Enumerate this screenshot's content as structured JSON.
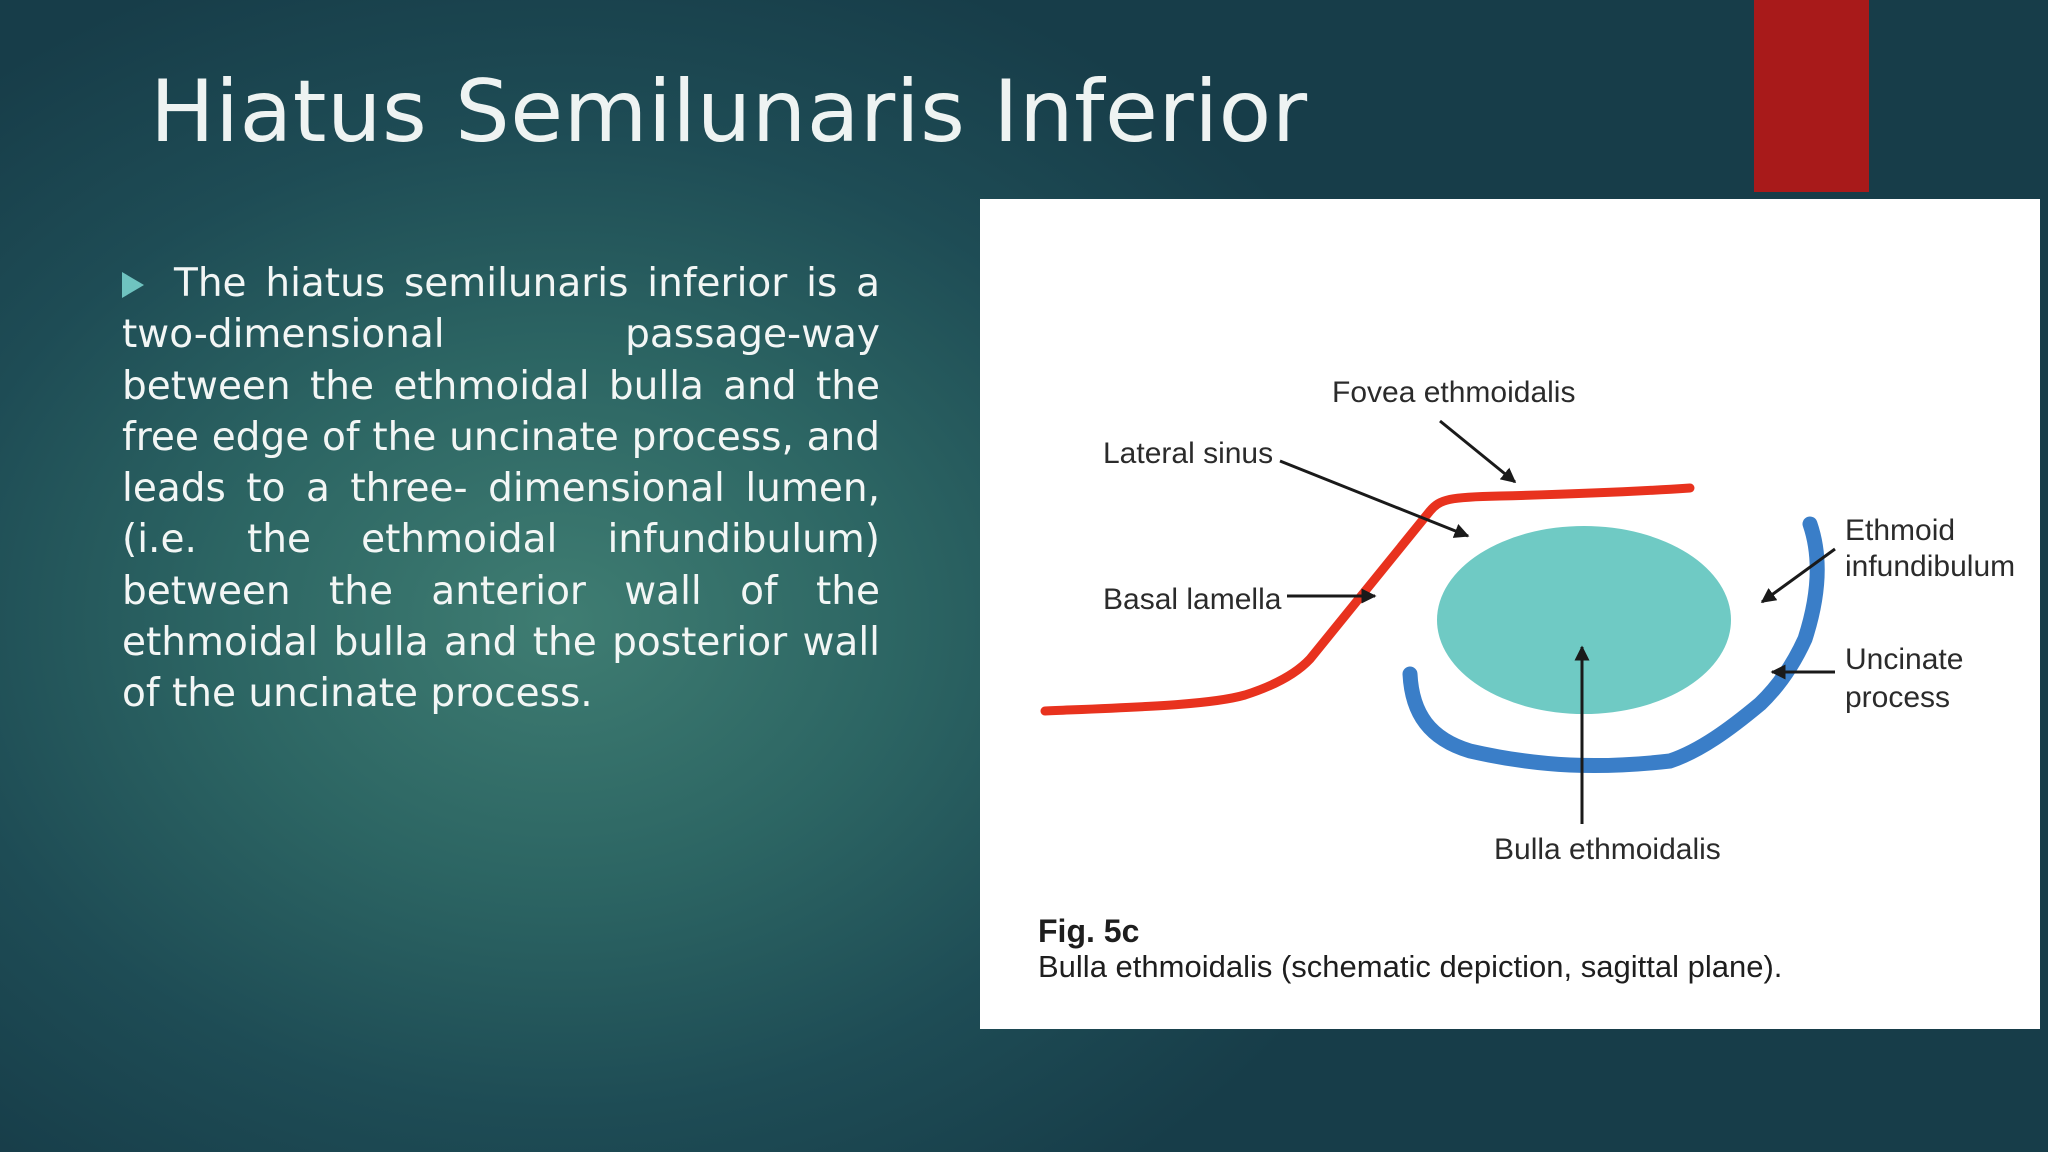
{
  "slide": {
    "title": "Hiatus Semilunaris Inferior",
    "bullet_text": "The hiatus semilunaris inferior is a two-dimensional passage-way between the ethmoidal bulla and the free edge of the uncinate process, and leads to a three- dimensional lumen, (i.e. the ethmoidal infundibulum) between the anterior wall of the ethmoidal bulla and the posterior wall of the uncinate process.",
    "accent_color": "#a81a1a"
  },
  "figure": {
    "labels": {
      "fovea": "Fovea ethmoidalis",
      "lateral_sinus": "Lateral sinus",
      "basal_lamella": "Basal lamella",
      "ethmoid": "Ethmoid",
      "infundibulum": "infundibulum",
      "uncinate": "Uncinate",
      "process": "process",
      "bulla": "Bulla ethmoidalis"
    },
    "caption_num": "Fig. 5c",
    "caption_text": "Bulla ethmoidalis (schematic depiction, sagittal plane).",
    "colors": {
      "basal_lamella_line": "#e8321e",
      "bulla": "#6fcac4",
      "uncinate_line": "#3a7ec8",
      "arrow": "#1a1a1a"
    }
  }
}
